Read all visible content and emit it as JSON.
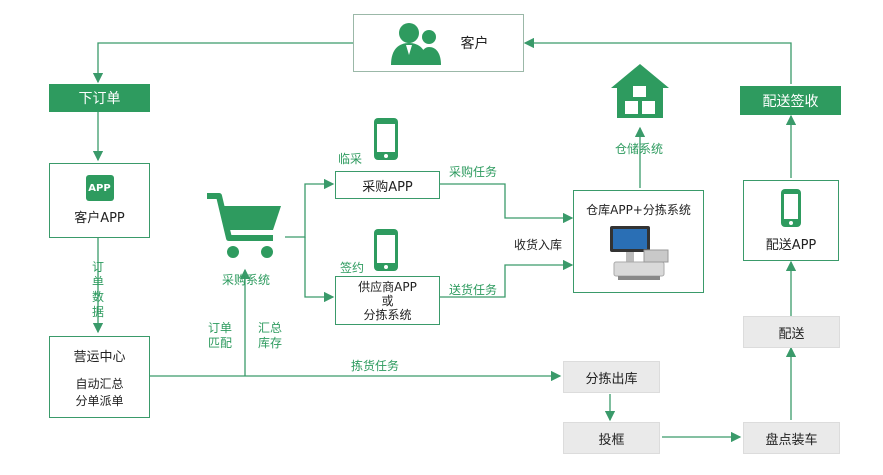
{
  "customer": {
    "label": "客户"
  },
  "top_bars": {
    "place_order": "下订单",
    "delivery_signoff": "配送签收"
  },
  "client_app": {
    "badge": "APP",
    "label": "客户APP"
  },
  "order_data_label": "订单数据",
  "ops_center": {
    "title": "营运中心",
    "line1": "自动汇总",
    "line2": "分单派单"
  },
  "purchase_system": {
    "label": "采购系统"
  },
  "order_match_label": "订单匹配",
  "inventory_summary_label": "汇总库存",
  "adhoc_purchase": "临采",
  "purchase_app": "采购APP",
  "purchase_task": "采购任务",
  "contract": "签约",
  "supplier_box": {
    "line1": "供应商APP",
    "line2": "或",
    "line3": "分拣系统"
  },
  "delivery_task": "送货任务",
  "receive_in": "收货入库",
  "warehouse_system": "仓储系统",
  "warehouse_box": {
    "title": "仓库APP+分拣系统"
  },
  "delivery_app": "配送APP",
  "picking_task": "拣货任务",
  "sort_out": "分拣出库",
  "basket": "投框",
  "inventory_load": "盘点装车",
  "delivery": "配送",
  "colors": {
    "green": "#2e9b5f",
    "border": "#3a9a6a",
    "gray_box": "#eaeaea"
  }
}
